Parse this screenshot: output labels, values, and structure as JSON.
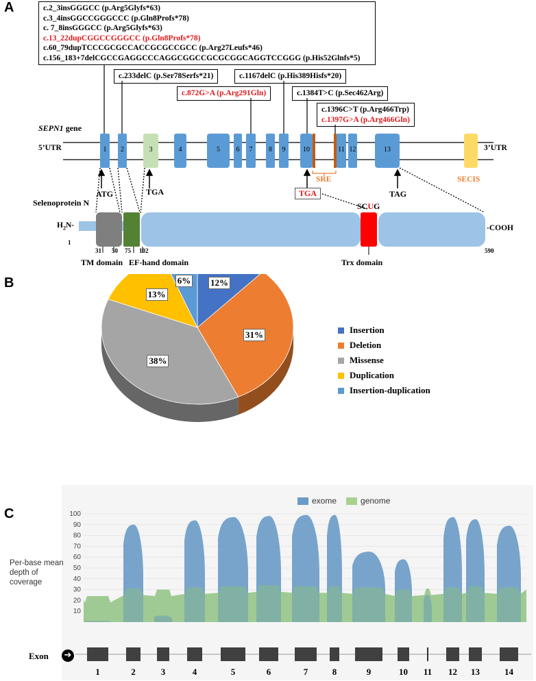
{
  "panels": {
    "a": "A",
    "b": "B",
    "c": "C"
  },
  "panel_a": {
    "box_top_lines": [
      {
        "text": "c.2_3insGGGCC (p.Arg5Glyfs*63)",
        "red": false
      },
      {
        "text": "c.3_4insGGCCGGGCCC (p.Gln8Profs*78)",
        "red": false
      },
      {
        "text": "c. 7_8insGGGCC (p.Arg5Glyfs*63)",
        "red": false
      },
      {
        "text": "c.13_22dupCGGCCGGGCC (p.Gln8Profs*78)",
        "red": true
      },
      {
        "text": "c.60_79dupTCCCGCGCCACCGCGCCGCC (p.Arg27Leufs*46)",
        "red": false
      },
      {
        "text": "c.156_183+7delCGCCGAGGCCCAGGCGGCCGCGCGGCAGGTCCGGG (p.His52Glnfs*5)",
        "red": false
      }
    ],
    "box_233": "c.233delC (p.Ser78Serfs*21)",
    "box_1167": "c.1167delC (p.His389Hisfs*20)",
    "box_872": "c.872G>A (p.Arg291Gln)",
    "box_1384": "c.1384T>C (p.Sec462Arg)",
    "box_1396": "c.1396C>T (p.Arg466Trp)",
    "box_1397": "c.1397G>A (p.Arg466Gln)",
    "gene_label": "SEPN1",
    "gene_suffix": " gene",
    "utr5": "5’UTR",
    "utr3": "3’UTR",
    "exons": [
      "1",
      "2",
      "3",
      "4",
      "5",
      "6",
      "7",
      "8",
      "9",
      "10",
      "11",
      "12",
      "13"
    ],
    "sre": "SRE",
    "secis": "SECIS",
    "atg": "ATG",
    "tga_left": "TGA",
    "tga_mid": "TGA",
    "tag": "TAG",
    "protein_label": "Selenoprotein N",
    "h2n": "H",
    "h2n_sub": "2",
    "h2n_rest": "N-",
    "cooh": "-COOH",
    "scug_pre": "SC",
    "scug_u": "U",
    "scug_post": "G",
    "pos_1": "1",
    "pos_31": "31",
    "pos_50": "50",
    "pos_75": "75",
    "pos_102": "102",
    "pos_590": "590",
    "tm_domain": "TM domain",
    "ef_domain": "EF-hand domain",
    "trx_domain": "Trx domain"
  },
  "colors": {
    "exon_blue": "#5b9bd5",
    "exon3_green": "#c5e0b4",
    "sre_orange": "#c55a11",
    "secis_yellow": "#ffd966",
    "protein_blue": "#9dc3e6",
    "tm_gray": "#7f7f7f",
    "ef_green": "#548235",
    "trx_red": "#ff0000",
    "red_text": "#e0191c",
    "sre_text": "#ed7d31"
  },
  "chart_data": [
    {
      "type": "pie",
      "categories": [
        "Insertion",
        "Deletion",
        "Missense",
        "Duplication",
        "Insertion-duplication"
      ],
      "values": [
        12,
        31,
        38,
        13,
        6
      ],
      "labels": [
        "12%",
        "31%",
        "38%",
        "13%",
        "6%"
      ],
      "colors": [
        "#4472c4",
        "#ed7d31",
        "#a5a5a5",
        "#ffc000",
        "#5b9bd5"
      ],
      "legend_position": "right"
    },
    {
      "type": "area",
      "series": [
        {
          "name": "exome",
          "color": "#6a9bc8"
        },
        {
          "name": "genome",
          "color": "#a9d18e"
        }
      ],
      "ylabel": "Per-base mean depth of coverage",
      "ylim": [
        0,
        100
      ],
      "yticks": [
        "100",
        "90",
        "80",
        "70",
        "60",
        "50",
        "40",
        "30",
        "20",
        "10"
      ],
      "exon_track_label": "Exon",
      "exons": [
        "1",
        "2",
        "3",
        "4",
        "5",
        "6",
        "7",
        "8",
        "9",
        "10",
        "11",
        "12",
        "13",
        "14"
      ],
      "exome_peaks": [
        1,
        90,
        6,
        94,
        97,
        98,
        99,
        99,
        65,
        58,
        25,
        97,
        95,
        89
      ],
      "genome_depth": [
        24,
        31,
        30,
        32,
        33,
        34,
        33,
        33,
        32,
        30,
        31,
        32,
        33,
        32
      ]
    }
  ]
}
